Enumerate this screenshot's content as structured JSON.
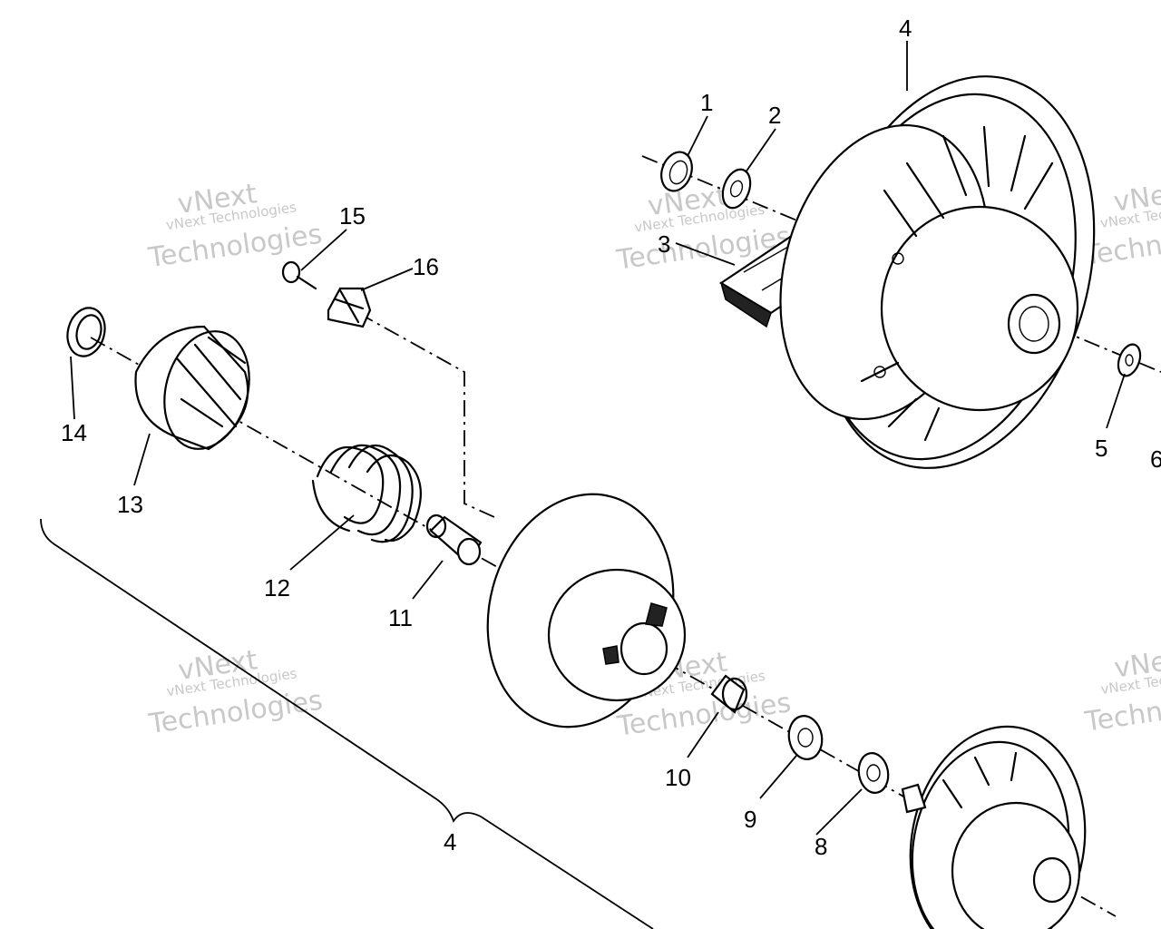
{
  "callouts": {
    "c1": "1",
    "c2": "2",
    "c3": "3",
    "c4_top": "4",
    "c5": "5",
    "c6": "6",
    "c8": "8",
    "c9": "9",
    "c10": "10",
    "c11": "11",
    "c12": "12",
    "c13": "13",
    "c14": "14",
    "c15": "15",
    "c16": "16",
    "c4_bottom": "4"
  },
  "watermark": {
    "line1": "vNext",
    "line2": "vNext Technologies",
    "line3": "Technologies"
  }
}
